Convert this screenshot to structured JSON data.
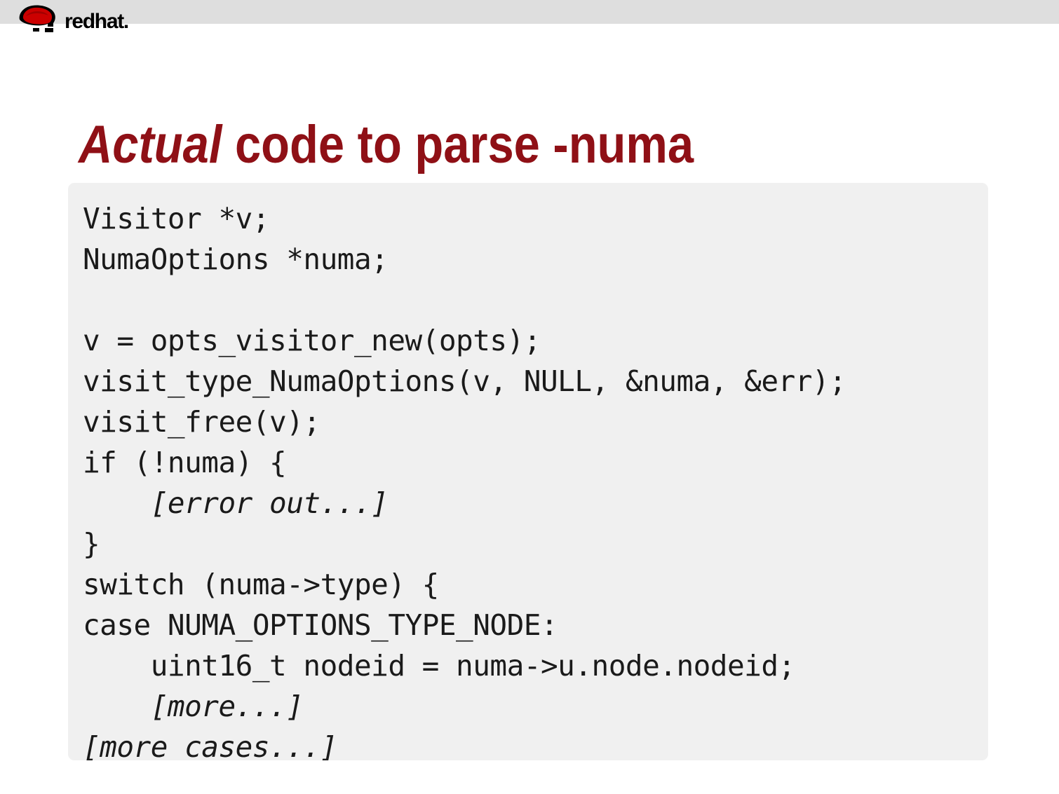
{
  "slide": {
    "title": {
      "emphasis": "Actual",
      "rest": " code to parse -numa",
      "full": "Actual code to parse -numa",
      "color": "#8f1016"
    }
  },
  "branding": {
    "logo_mark": "redhat-shadowman-logo",
    "wordmark_red": "red",
    "wordmark_hat": "hat",
    "wordmark_dot": ".",
    "hat_color": "#cc0000",
    "silhouette_color": "#000000",
    "header_band_color": "#dedede"
  },
  "code_block": {
    "background": "#f0f0f0",
    "language": "c",
    "lines": [
      {
        "text": "Visitor *v;",
        "style": "normal"
      },
      {
        "text": "NumaOptions *numa;",
        "style": "normal"
      },
      {
        "text": "",
        "style": "blank"
      },
      {
        "text": "v = opts_visitor_new(opts);",
        "style": "normal"
      },
      {
        "text": "visit_type_NumaOptions(v, NULL, &numa, &err);",
        "style": "normal"
      },
      {
        "text": "visit_free(v);",
        "style": "normal"
      },
      {
        "text": "if (!numa) {",
        "style": "normal"
      },
      {
        "text": "    [error out...]",
        "style": "italic"
      },
      {
        "text": "}",
        "style": "normal"
      },
      {
        "text": "switch (numa->type) {",
        "style": "normal"
      },
      {
        "text": "case NUMA_OPTIONS_TYPE_NODE:",
        "style": "normal"
      },
      {
        "text": "    uint16_t nodeid = numa->u.node.nodeid;",
        "style": "normal"
      },
      {
        "text": "    [more...]",
        "style": "italic"
      },
      {
        "text": "[more cases...]",
        "style": "italic"
      }
    ]
  }
}
